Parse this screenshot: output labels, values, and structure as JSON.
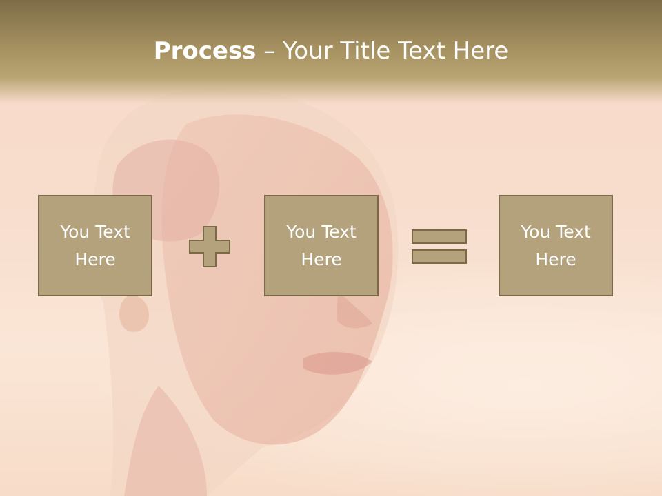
{
  "title": {
    "bold": "Process",
    "rest": " – Your Title Text Here"
  },
  "boxes": [
    {
      "text": "You Text\nHere"
    },
    {
      "text": "You Text\nHere"
    },
    {
      "text": "You Text\nHere"
    }
  ],
  "operators": {
    "plus_icon": "plus-icon",
    "equals_icon": "equals-icon"
  },
  "colors": {
    "title_band": "#a48f5f",
    "box_fill": "#b3a27b",
    "box_border": "#7a6a48",
    "text": "#ffffff"
  }
}
